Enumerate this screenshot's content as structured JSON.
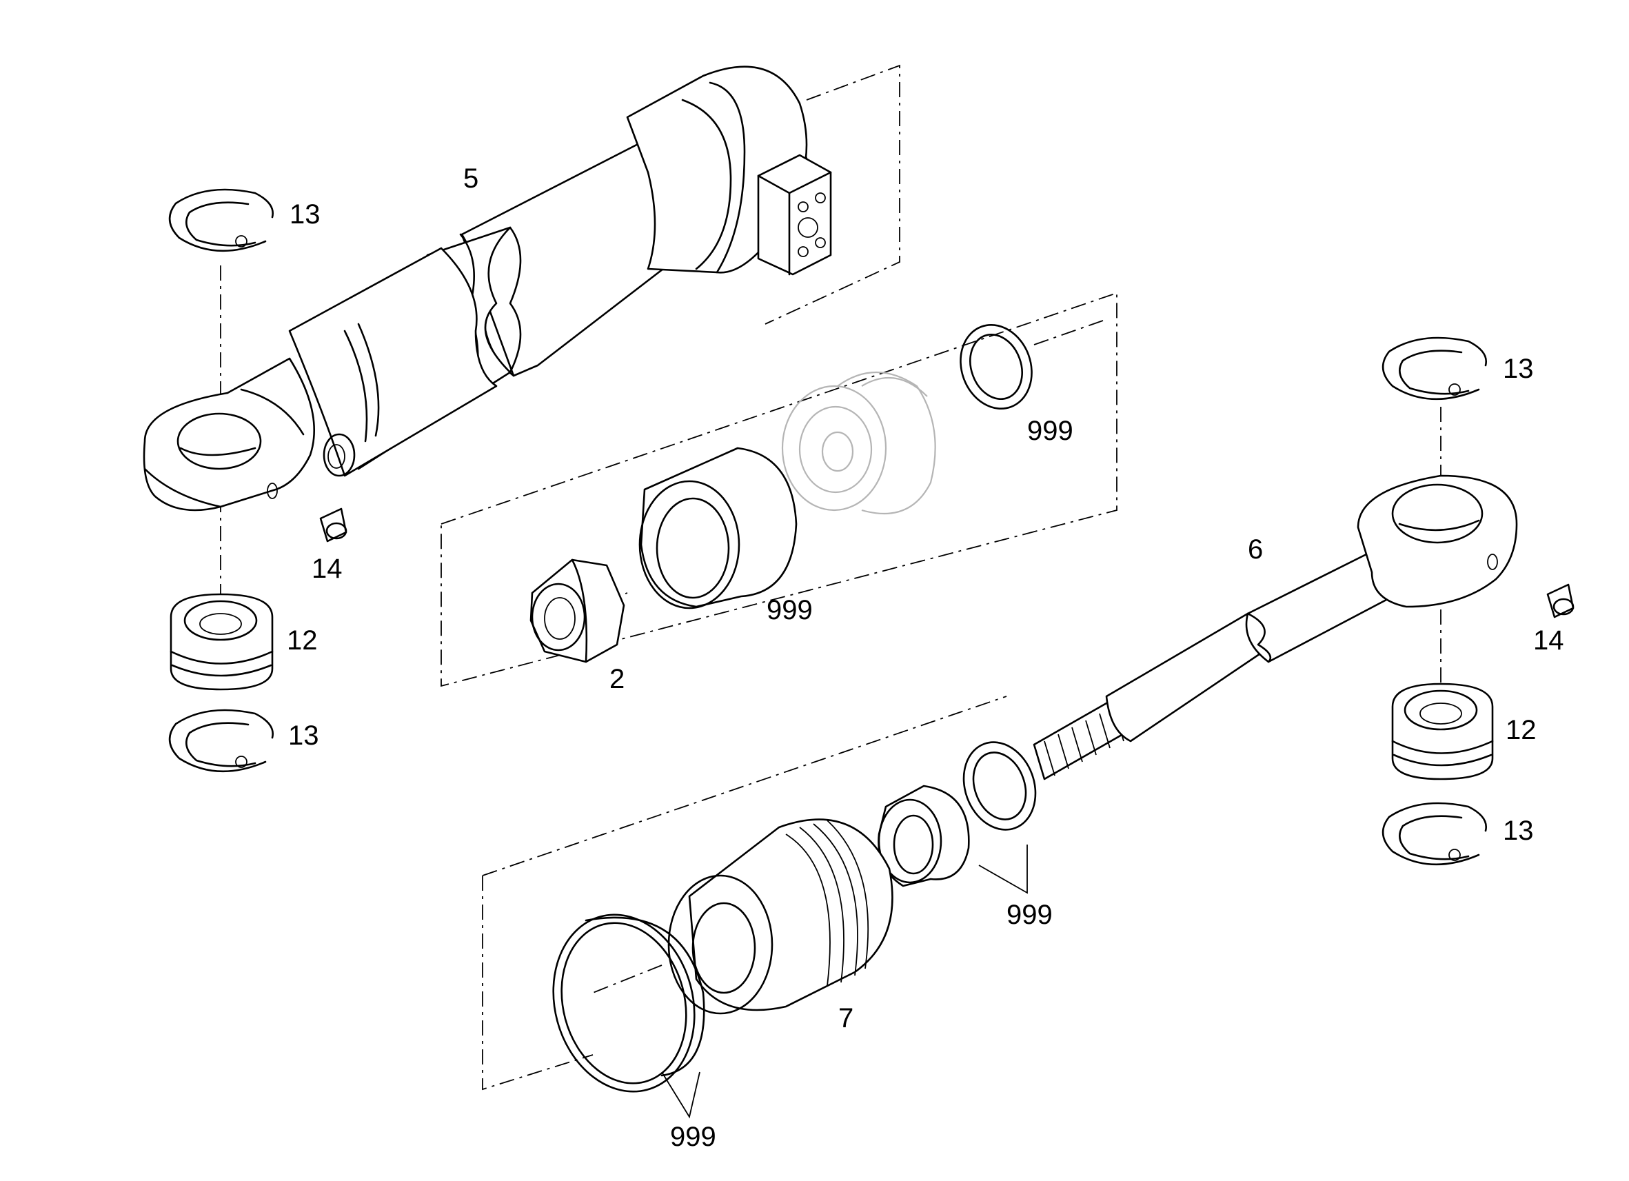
{
  "labels": {
    "cylinder_tube": "5",
    "ring_13_top_left": "13",
    "grub_screw_left": "14",
    "bearing_left": "12",
    "ring_13_bottom_left": "13",
    "nut": "2",
    "seal_small": "999",
    "piston_ring": "999",
    "rod": "6",
    "ring_13_top_right": "13",
    "grub_screw_right": "14",
    "bearing_right": "12",
    "ring_13_bottom_right": "13",
    "rod_seals": "999",
    "gland": "7",
    "gland_seals": "999"
  }
}
